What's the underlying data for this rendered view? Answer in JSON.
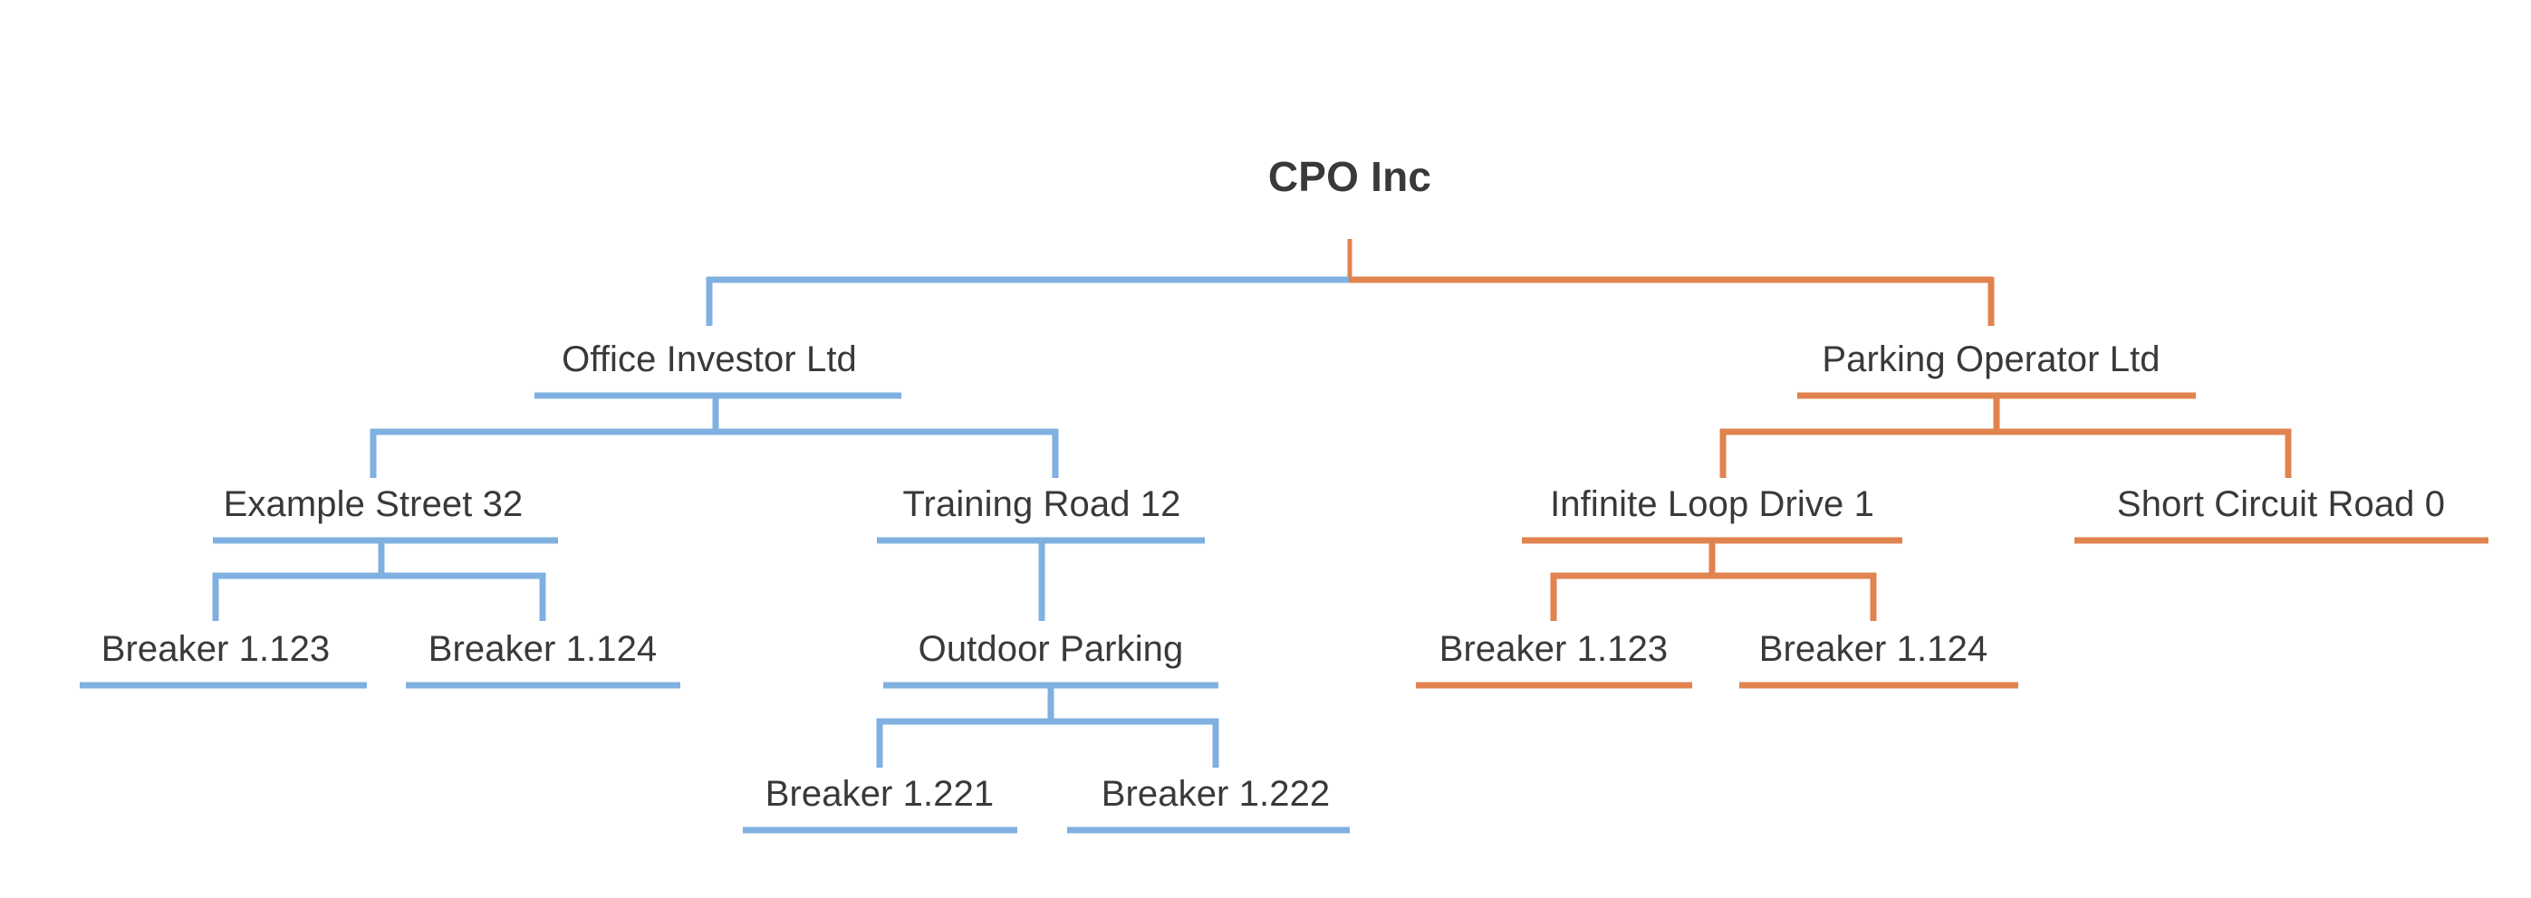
{
  "diagram": {
    "title": "CPO Inc",
    "type": "organization-hierarchy-tree",
    "background_color": "#ffffff",
    "text_color": "#39393b",
    "branch_colors": {
      "blue": "#7fb0e0",
      "orange": "#e0834f"
    },
    "levels": 5
  },
  "nodes": {
    "root": {
      "label": "CPO Inc",
      "level": 0,
      "branch": "root"
    },
    "l1": [
      {
        "id": "office-investor-ltd",
        "label": "Office Investor Ltd",
        "branch": "blue",
        "level": 1
      },
      {
        "id": "parking-operator-ltd",
        "label": "Parking Operator Ltd",
        "branch": "orange",
        "level": 1
      }
    ],
    "l2": [
      {
        "id": "example-street-32",
        "label": "Example Street 32",
        "branch": "blue",
        "level": 2,
        "parent": "office-investor-ltd"
      },
      {
        "id": "training-road-12",
        "label": "Training Road 12",
        "branch": "blue",
        "level": 2,
        "parent": "office-investor-ltd"
      },
      {
        "id": "infinite-loop-drive-1",
        "label": "Infinite Loop Drive 1",
        "branch": "orange",
        "level": 2,
        "parent": "parking-operator-ltd"
      },
      {
        "id": "short-circuit-road-0",
        "label": "Short Circuit Road 0",
        "branch": "orange",
        "level": 2,
        "parent": "parking-operator-ltd"
      }
    ],
    "l3": [
      {
        "id": "breaker-1-123-left",
        "label": "Breaker 1.123",
        "branch": "blue",
        "level": 3,
        "parent": "example-street-32"
      },
      {
        "id": "breaker-1-124-left",
        "label": "Breaker 1.124",
        "branch": "blue",
        "level": 3,
        "parent": "example-street-32"
      },
      {
        "id": "outdoor-parking",
        "label": "Outdoor Parking",
        "branch": "blue",
        "level": 3,
        "parent": "training-road-12"
      },
      {
        "id": "breaker-1-123-right",
        "label": "Breaker 1.123",
        "branch": "orange",
        "level": 3,
        "parent": "infinite-loop-drive-1"
      },
      {
        "id": "breaker-1-124-right",
        "label": "Breaker 1.124",
        "branch": "orange",
        "level": 3,
        "parent": "infinite-loop-drive-1"
      }
    ],
    "l4": [
      {
        "id": "breaker-1-221",
        "label": "Breaker 1.221",
        "branch": "blue",
        "level": 4,
        "parent": "outdoor-parking"
      },
      {
        "id": "breaker-1-222",
        "label": "Breaker 1.222",
        "branch": "blue",
        "level": 4,
        "parent": "outdoor-parking"
      }
    ]
  }
}
